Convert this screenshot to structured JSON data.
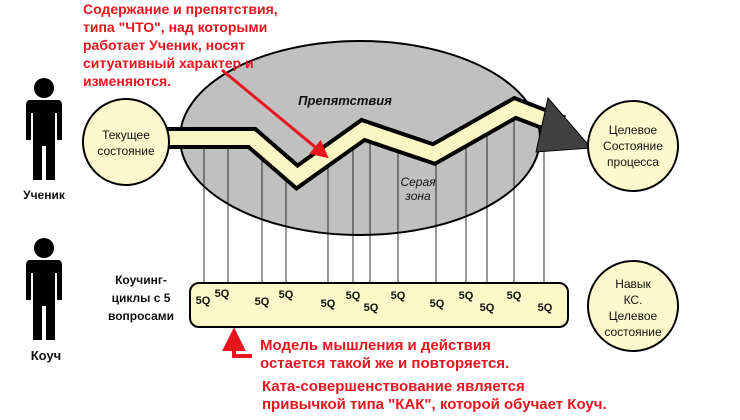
{
  "annotations": {
    "top_red": [
      "Содержание и препятствия,",
      "типа \"ЧТО\", над которыми",
      "работает Ученик,  носят",
      "ситуативный характер и",
      "изменяются."
    ],
    "bottom_red_1": [
      "Модель мышления и действия",
      "остается такой же и повторяется."
    ],
    "bottom_red_2": [
      "Ката-совершенствование является",
      "привычкой типа \"КАК\", которой обучает Коуч."
    ]
  },
  "people": {
    "student": "Ученик",
    "coach": "Коуч"
  },
  "obstacles": {
    "title": "Препятствия",
    "gray_zone": [
      "Серая",
      "зона"
    ]
  },
  "states": {
    "current": [
      "Текущее",
      "состояние"
    ],
    "target_process": [
      "Целевое",
      "Состояние",
      "процесса"
    ],
    "skill": [
      "Навык",
      "КС.",
      "Целевое",
      "состояние"
    ]
  },
  "coaching": {
    "label": [
      "Коучинг-",
      "циклы с 5",
      "вопросами"
    ],
    "cycle_label": "5Q",
    "cycle_count": 14
  },
  "colors": {
    "red_text": "#e8141e",
    "ellipse_gray": "#c0c0c0",
    "path_fill": "#fbf7c4",
    "state_fill": "#fdf9cc",
    "bar_fill": "#fdf8c8",
    "arrow_head": "#404040"
  }
}
